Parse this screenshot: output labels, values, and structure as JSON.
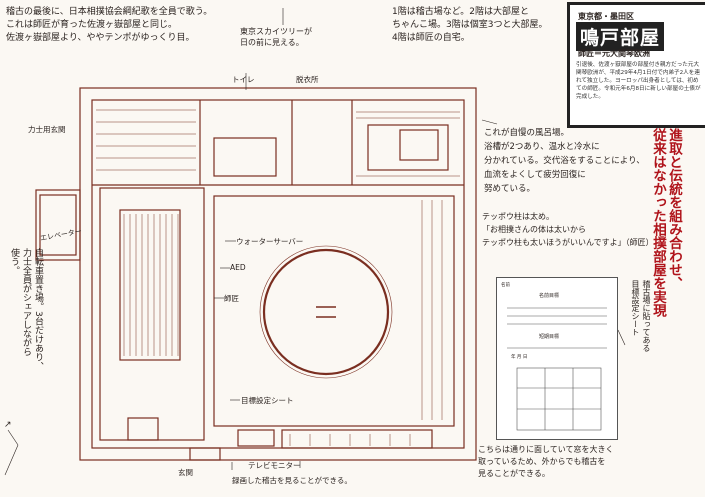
{
  "notes": {
    "top_left": "稽古の最後に、日本相撲協会綱紀歌を全員で歌う。\nこれは師匠が育った佐渡ヶ嶽部屋と同じ。\n佐渡ヶ嶽部屋より、ややテンポがゆっくり目。",
    "skytree": "東京スカイツリーが\n日の前に見える。",
    "floors": "1階は稽古場など。2階は大部屋と\nちゃんこ場。3階は個室3つと大部屋。\n4階は師匠の自宅。",
    "bath": "これが自慢の風呂場。\n浴槽が2つあり、温水と冷水に\n分かれている。交代浴をすることにより、\n血流をよくして疲労回復に\n努めている。",
    "teppo": "テッポウ柱は太め。\n「お相撲さんの体は太いから\nテッポウ柱も太いほうがいいんですよ」（師匠）",
    "window": "こちらは通りに面していて窓を大きく\n取っているため、外からでも稽古を\n見ることができる。",
    "tv": "録画した稽古を見ることができる。",
    "bicycle": "自転車置き場。3台だけあり、\n力士全員がシェアしながら\n使う。",
    "notice_side": "稽古場に貼ってある\n目標設定シート"
  },
  "labels": {
    "toilet": "トイレ",
    "changing": "脱衣所",
    "rikishi_entrance": "力士用玄関",
    "elevator": "エレベーター",
    "water_server": "ウォーターサーバー",
    "aed": "AED",
    "master": "師匠",
    "goal_sheet": "目標設定シート",
    "entrance": "玄関",
    "tv_monitor": "テレビモニター",
    "dohyo_mark": "="
  },
  "title_box": {
    "area": "東京都・墨田区",
    "name": "鳴戸部屋",
    "master": "師匠＝元大関琴欧洲",
    "body": "引退後、佐渡ヶ嶽部屋の部屋付き親方だった元大関琴欧洲が、平成29年4月1日付で内弟子2人を連れて独立した。ヨーロッパ出身者としては、初めての師匠。令和元年6月8日に新しい部屋の土俵が完成した。"
  },
  "catch": "進取と伝統を組み合わせ、\n従来はなかった相撲部屋を実現",
  "notice": {
    "heading1": "名前目標",
    "heading2": "短期目標",
    "small1": "名前",
    "small2": "年 月 日"
  },
  "colors": {
    "line": "#7a2e20",
    "accent": "#b0141b"
  }
}
